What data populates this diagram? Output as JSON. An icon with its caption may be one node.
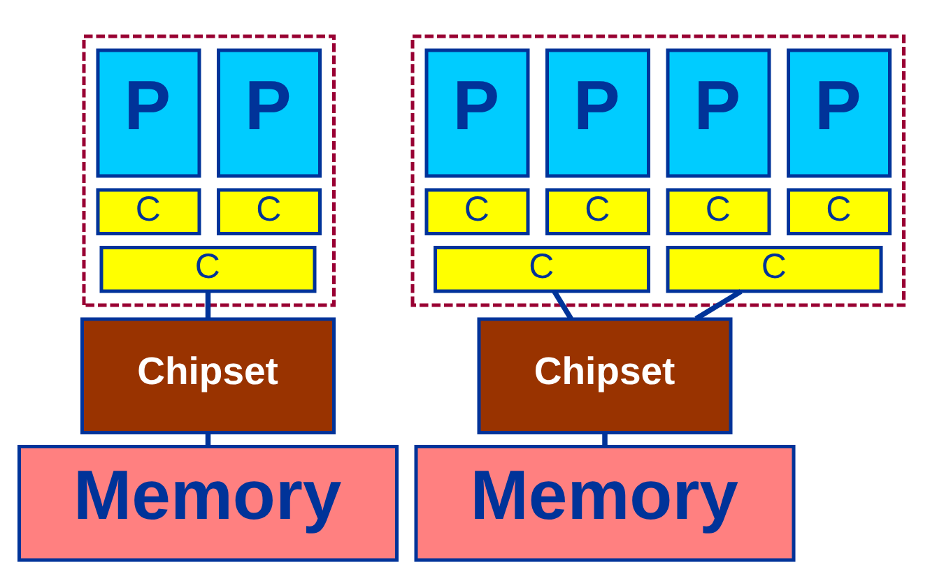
{
  "diagram": {
    "nodes": [
      {
        "text": [],
        "shape": "box"
      },
      {
        "text": [
          "P"
        ],
        "in": 0
      },
      {
        "text": [
          "P"
        ],
        "in": 0
      },
      {
        "text": [
          "C"
        ],
        "in": 0
      },
      {
        "text": [
          "C"
        ],
        "in": 0
      },
      {
        "text": [
          "C"
        ],
        "in": 0
      },
      {
        "text": [
          "Chipset"
        ]
      },
      {
        "text": [
          "Memory"
        ]
      },
      {
        "text": [],
        "shape": "box"
      },
      {
        "text": [
          "P"
        ],
        "in": 8
      },
      {
        "text": [
          "P"
        ],
        "in": 8
      },
      {
        "text": [
          "P"
        ],
        "in": 8
      },
      {
        "text": [
          "P"
        ],
        "in": 8
      },
      {
        "text": [
          "C"
        ],
        "in": 8
      },
      {
        "text": [
          "C"
        ],
        "in": 8
      },
      {
        "text": [
          "C"
        ],
        "in": 8
      },
      {
        "text": [
          "C"
        ],
        "in": 8
      },
      {
        "text": [
          "C"
        ],
        "in": 8
      },
      {
        "text": [
          "C"
        ],
        "in": 8
      },
      {
        "text": [
          "Chipset"
        ]
      },
      {
        "text": [
          "Memory"
        ]
      }
    ],
    "edges": [
      {
        "from": 5,
        "to": 6,
        "arrow": "none"
      },
      {
        "from": 6,
        "to": 7,
        "arrow": "none"
      },
      {
        "from": 17,
        "to": 19,
        "arrow": "none"
      },
      {
        "from": 18,
        "to": 19,
        "arrow": "none"
      },
      {
        "from": 19,
        "to": 20,
        "arrow": "none"
      }
    ]
  }
}
